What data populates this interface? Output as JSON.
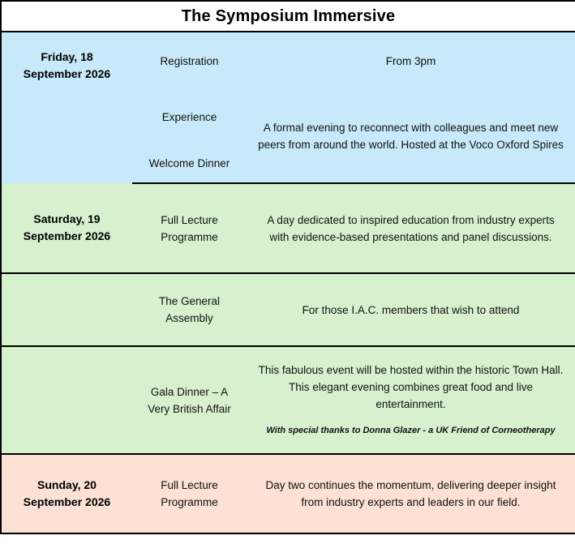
{
  "title": "The Symposium Immersive",
  "colors": {
    "friday_bg": "#c8e9f9",
    "saturday_bg": "#d7f0ce",
    "sunday_bg": "#fce1d4",
    "border": "#000000",
    "title_bg": "#ffffff"
  },
  "days": [
    {
      "date": "Friday, 18 September 2026",
      "events": [
        {
          "name": "Registration",
          "description": "From 3pm"
        },
        {
          "name_top": "Experience",
          "name_bottom": "Welcome Dinner",
          "description": "A formal evening to reconnect with colleagues and meet new peers from around the world. Hosted at the Voco Oxford Spires"
        }
      ]
    },
    {
      "date": "Saturday, 19 September 2026",
      "events": [
        {
          "name": "Full Lecture Programme",
          "description": "A day dedicated to inspired education from industry experts with evidence-based presentations and panel discussions."
        },
        {
          "name": "The General Assembly",
          "description": "For those I.A.C. members that wish to attend"
        },
        {
          "name": "Gala Dinner – A Very British Affair",
          "description": "This fabulous event will be hosted within the historic Town Hall. This elegant evening combines great food and live entertainment.",
          "note": "With special thanks to Donna Glazer - a UK Friend of Corneotherapy"
        }
      ]
    },
    {
      "date": "Sunday, 20 September 2026",
      "events": [
        {
          "name": "Full Lecture Programme",
          "description": "Day two continues the momentum, delivering deeper insight from industry experts and leaders in our field."
        }
      ]
    }
  ]
}
